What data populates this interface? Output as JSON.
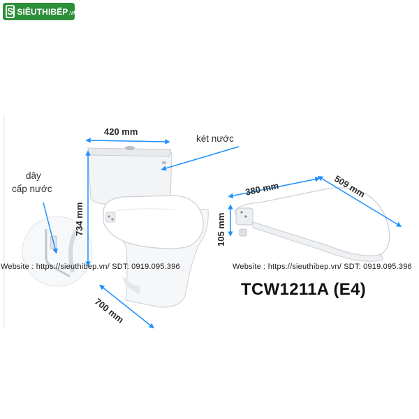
{
  "logo": {
    "mark": "S",
    "brand": "SIÊUTHIBẾP",
    "suffix": ".VN"
  },
  "dimensions": {
    "width_tank": "420 mm",
    "height_toilet": "734 mm",
    "depth_toilet": "700 mm",
    "seat_width": "380 mm",
    "seat_length": "509 mm",
    "seat_height": "105 mm"
  },
  "labels": {
    "tank": "két nước",
    "supply_line_1": "dây",
    "supply_line_2": "cấp nước"
  },
  "watermark": {
    "left": "Website : https://sieuthibep.vn/  SDT: 0919.095.396",
    "right": "Website : https://sieuthibep.vn/ SDT: 0919.095.396"
  },
  "model": "TCW1211A (E4)",
  "colors": {
    "accent": "#1e90ff",
    "brand": "#2c8f3a"
  }
}
